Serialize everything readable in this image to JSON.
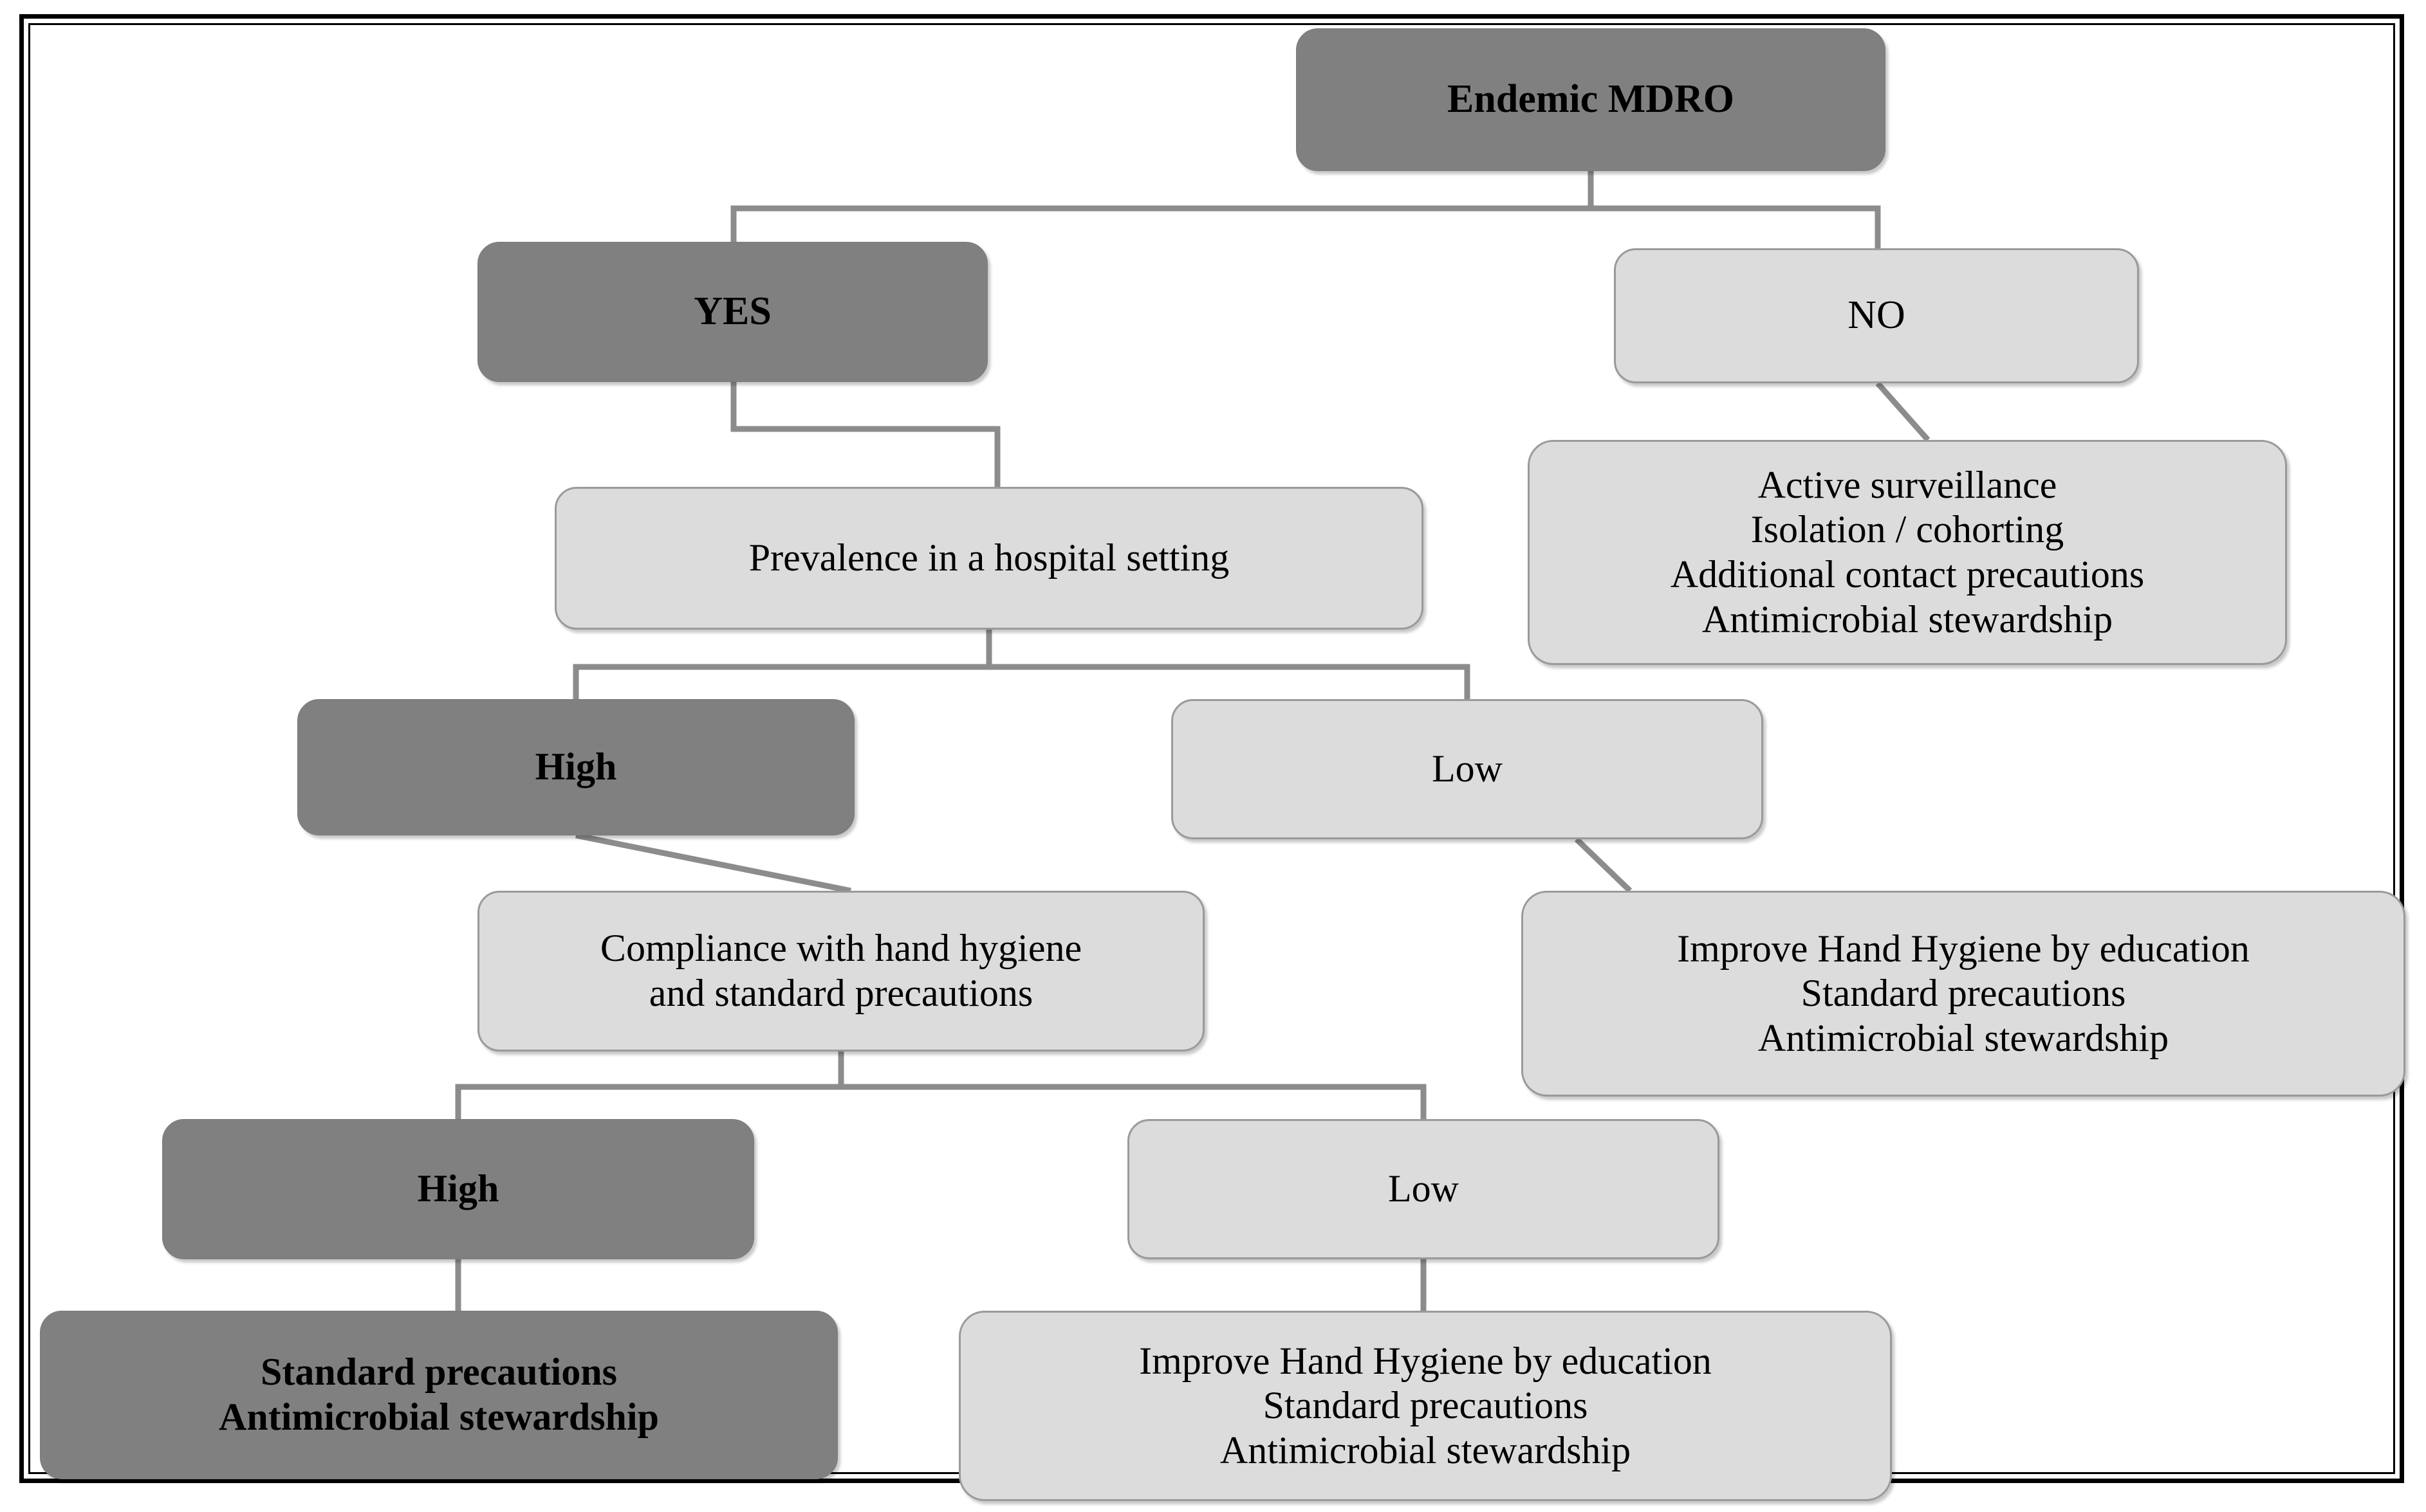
{
  "diagram": {
    "type": "decision-flowchart",
    "title": "Endemic MDRO decision flowchart",
    "colors": {
      "dark_node_fill": "#808080",
      "light_node_fill": "#dcdcdc",
      "light_node_border": "#9a9a9a",
      "connector": "#8c8c8c",
      "frame": "#000000",
      "text": "#000000",
      "background": "#ffffff"
    },
    "nodes": {
      "root": {
        "label": "Endemic MDRO",
        "style": "dark",
        "emphasis": "bold"
      },
      "yes": {
        "label": "YES",
        "style": "dark",
        "emphasis": "bold"
      },
      "no": {
        "label": "NO",
        "style": "light",
        "emphasis": "normal"
      },
      "no_actions": {
        "label": "Active surveillance\nIsolation / cohorting\nAdditional contact precautions\nAntimicrobial stewardship",
        "style": "light",
        "emphasis": "normal",
        "lines": [
          "Active surveillance",
          "Isolation / cohorting",
          "Additional contact precautions",
          "Antimicrobial stewardship"
        ]
      },
      "prevalence": {
        "label": "Prevalence in a hospital setting",
        "style": "light",
        "emphasis": "normal"
      },
      "high_prevalence": {
        "label": "High",
        "style": "dark",
        "emphasis": "bold"
      },
      "low_prevalence": {
        "label": "Low",
        "style": "light",
        "emphasis": "normal"
      },
      "low_prevalence_actions": {
        "label": "Improve Hand Hygiene by education\nStandard precautions\nAntimicrobial stewardship",
        "style": "light",
        "emphasis": "normal",
        "lines": [
          "Improve Hand Hygiene by education",
          "Standard precautions",
          "Antimicrobial stewardship"
        ]
      },
      "compliance": {
        "label": "Compliance with hand hygiene\nand standard precautions",
        "style": "light",
        "emphasis": "normal",
        "lines": [
          "Compliance with hand hygiene",
          "and standard precautions"
        ]
      },
      "high_compliance": {
        "label": "High",
        "style": "dark",
        "emphasis": "bold"
      },
      "low_compliance": {
        "label": "Low",
        "style": "light",
        "emphasis": "normal"
      },
      "high_compliance_actions": {
        "label": "Standard precautions\nAntimicrobial stewardship",
        "style": "dark",
        "emphasis": "bold",
        "lines": [
          "Standard precautions",
          "Antimicrobial stewardship"
        ]
      },
      "low_compliance_actions": {
        "label": "Improve Hand Hygiene by education\nStandard precautions\nAntimicrobial stewardship",
        "style": "light",
        "emphasis": "normal",
        "lines": [
          "Improve Hand Hygiene by education",
          "Standard precautions",
          "Antimicrobial stewardship"
        ]
      }
    },
    "edges": [
      {
        "from": "root",
        "to": "yes",
        "kind": "orthogonal"
      },
      {
        "from": "root",
        "to": "no",
        "kind": "orthogonal"
      },
      {
        "from": "no",
        "to": "no_actions",
        "kind": "diagonal"
      },
      {
        "from": "yes",
        "to": "prevalence",
        "kind": "stepped"
      },
      {
        "from": "prevalence",
        "to": "high_prevalence",
        "kind": "orthogonal"
      },
      {
        "from": "prevalence",
        "to": "low_prevalence",
        "kind": "orthogonal"
      },
      {
        "from": "high_prevalence",
        "to": "compliance",
        "kind": "diagonal"
      },
      {
        "from": "low_prevalence",
        "to": "low_prevalence_actions",
        "kind": "diagonal"
      },
      {
        "from": "compliance",
        "to": "high_compliance",
        "kind": "orthogonal"
      },
      {
        "from": "compliance",
        "to": "low_compliance",
        "kind": "orthogonal"
      },
      {
        "from": "high_compliance",
        "to": "high_compliance_actions",
        "kind": "straight"
      },
      {
        "from": "low_compliance",
        "to": "low_compliance_actions",
        "kind": "straight"
      }
    ]
  }
}
